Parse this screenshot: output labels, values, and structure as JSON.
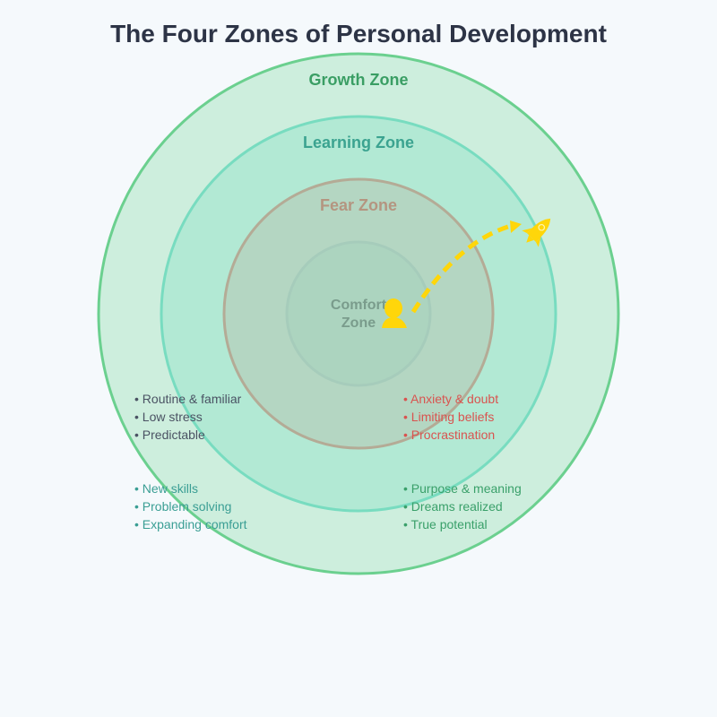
{
  "title": "The Four Zones of Personal Development",
  "zones": {
    "growth": {
      "label": "Growth Zone",
      "fill": "#cdeedd",
      "stroke": "#6bd08f",
      "text_color": "#3a9e64"
    },
    "learning": {
      "label": "Learning Zone",
      "fill": "#b2e9d4",
      "stroke": "#78dcc0",
      "text_color": "#3ba390"
    },
    "fear": {
      "label": "Fear Zone",
      "fill": "#b4d6c2",
      "stroke": "#b4ab96",
      "text_color": "#b49580"
    },
    "comfort": {
      "label_line1": "Comfort",
      "label_line2": "Zone",
      "fill": "#acd4bf",
      "stroke": "#a6ccbb",
      "text_color": "#7a9c8c"
    }
  },
  "lists": {
    "comfort": {
      "color": "#4a5263",
      "items": [
        "• Routine & familiar",
        "• Low stress",
        "• Predictable"
      ]
    },
    "fear": {
      "color": "#d9534f",
      "items": [
        "• Anxiety & doubt",
        "• Limiting beliefs",
        "• Procrastination"
      ]
    },
    "learning": {
      "color": "#3a9e94",
      "items": [
        "• New skills",
        "• Problem solving",
        "• Expanding comfort"
      ]
    },
    "growth": {
      "color": "#3aa06a",
      "items": [
        "• Purpose & meaning",
        "• Dreams realized",
        "• True potential"
      ]
    }
  },
  "icons": {
    "person": "person-icon",
    "rocket": "rocket-icon",
    "path": "dashed-arrow"
  },
  "accent": "#ffd60a"
}
